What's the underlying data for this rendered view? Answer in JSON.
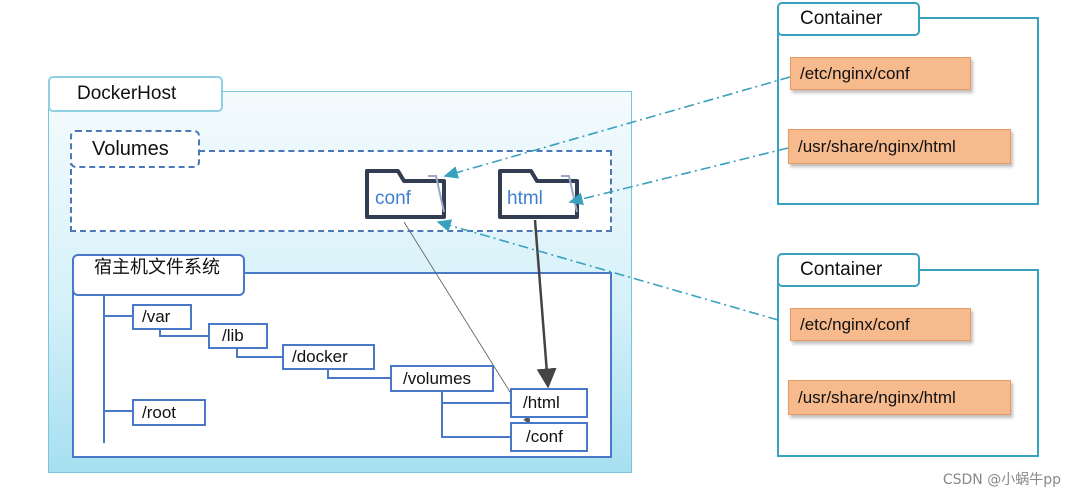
{
  "docker_host": {
    "title": "DockerHost"
  },
  "volumes": {
    "title": "Volumes",
    "folders": [
      {
        "id": "conf",
        "label": "conf"
      },
      {
        "id": "html",
        "label": "html"
      }
    ]
  },
  "host_fs": {
    "title": "宿主机文件系统",
    "nodes": [
      "/var",
      "/lib",
      "/docker",
      "/volumes",
      "/html",
      "/conf",
      "/root"
    ]
  },
  "containers": [
    {
      "title": "Container",
      "paths": [
        "/etc/nginx/conf",
        "/usr/share/nginx/html"
      ]
    },
    {
      "title": "Container",
      "paths": [
        "/etc/nginx/conf",
        "/usr/share/nginx/html"
      ]
    }
  ],
  "watermark": "CSDN @小蜗牛pp",
  "colors": {
    "host_bg_top": "#f4fbfd",
    "host_bg_bottom": "#a6dff0",
    "teal_border": "#3aa0bf",
    "dashed_blue": "#4a78b8",
    "orange_fill": "#f6ba8d",
    "arrow_teal": "#3aa0bf",
    "arrow_gray": "#555555"
  }
}
